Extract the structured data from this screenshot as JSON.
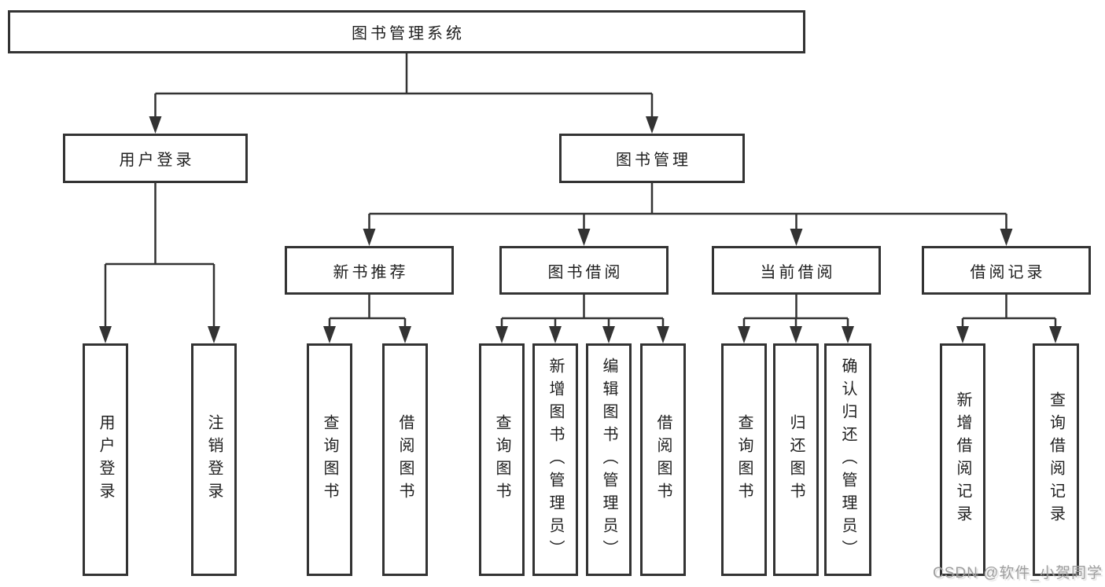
{
  "diagram": {
    "title_node": {
      "label": "图书管理系统"
    },
    "level2": [
      {
        "label": "用户登录"
      },
      {
        "label": "图书管理"
      }
    ],
    "level3": [
      {
        "label": "新书推荐"
      },
      {
        "label": "图书借阅"
      },
      {
        "label": "当前借阅"
      },
      {
        "label": "借阅记录"
      }
    ],
    "leaves": [
      {
        "label": "用户登录"
      },
      {
        "label": "注销登录"
      },
      {
        "label": "查询图书"
      },
      {
        "label": "借阅图书"
      },
      {
        "label": "查询图书"
      },
      {
        "label": "新增图书（管理员）"
      },
      {
        "label": "编辑图书（管理员）"
      },
      {
        "label": "借阅图书"
      },
      {
        "label": "查询图书"
      },
      {
        "label": "归还图书"
      },
      {
        "label": "确认归还（管理员）"
      },
      {
        "label": "新增借阅记录"
      },
      {
        "label": "查询借阅记录"
      }
    ]
  },
  "watermark": {
    "text": "CSDN @软件_小贺同学"
  },
  "colors": {
    "line": "#333333",
    "text": "#1f1f1f",
    "watermark": "#9e9e9e",
    "background": "#ffffff"
  }
}
